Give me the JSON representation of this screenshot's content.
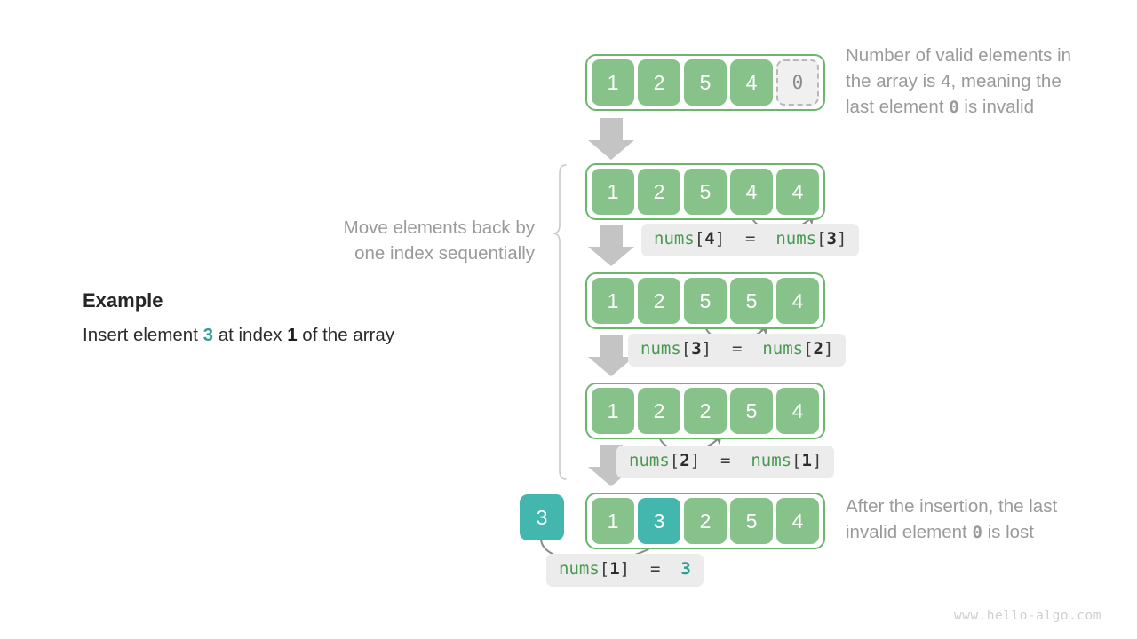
{
  "example": {
    "title": "Example",
    "desc_prefix": "Insert element ",
    "desc_value": "3",
    "desc_middle": " at index ",
    "desc_index": "1",
    "desc_suffix": " of the array"
  },
  "annotations": {
    "top_note_line1": "Number of valid elements in",
    "top_note_line2_a": "the array is 4, meaning the",
    "top_note_line3_a": "last element ",
    "top_note_zero": "0",
    "top_note_line3_b": " is invalid",
    "shift_note_line1": "Move elements back by",
    "shift_note_line2": "one index sequentially",
    "bottom_note_line1": "After the insertion, the last",
    "bottom_note_line2_a": "invalid element ",
    "bottom_note_zero": "0",
    "bottom_note_line2_b": " is lost"
  },
  "rows": [
    {
      "name": "row-initial",
      "cells": [
        {
          "value": "1",
          "style": "green"
        },
        {
          "value": "2",
          "style": "green"
        },
        {
          "value": "5",
          "style": "green"
        },
        {
          "value": "4",
          "style": "green"
        },
        {
          "value": "0",
          "style": "invalid"
        }
      ]
    },
    {
      "name": "row-shift-4",
      "cells": [
        {
          "value": "1",
          "style": "green"
        },
        {
          "value": "2",
          "style": "green"
        },
        {
          "value": "5",
          "style": "green"
        },
        {
          "value": "4",
          "style": "green"
        },
        {
          "value": "4",
          "style": "green"
        }
      ]
    },
    {
      "name": "row-shift-3",
      "cells": [
        {
          "value": "1",
          "style": "green"
        },
        {
          "value": "2",
          "style": "green"
        },
        {
          "value": "5",
          "style": "green"
        },
        {
          "value": "5",
          "style": "green"
        },
        {
          "value": "4",
          "style": "green"
        }
      ]
    },
    {
      "name": "row-shift-2",
      "cells": [
        {
          "value": "1",
          "style": "green"
        },
        {
          "value": "2",
          "style": "green"
        },
        {
          "value": "2",
          "style": "green"
        },
        {
          "value": "5",
          "style": "green"
        },
        {
          "value": "4",
          "style": "green"
        }
      ]
    },
    {
      "name": "row-final",
      "insert_box": "3",
      "cells": [
        {
          "value": "1",
          "style": "green"
        },
        {
          "value": "3",
          "style": "teal"
        },
        {
          "value": "2",
          "style": "green"
        },
        {
          "value": "5",
          "style": "green"
        },
        {
          "value": "4",
          "style": "green"
        }
      ]
    }
  ],
  "code_labels": [
    {
      "name": "code-nums4-eq-nums3",
      "lhs_ident": "nums",
      "lhs_open": "[",
      "lhs_index": "4",
      "lhs_close": "]",
      "op": "  =  ",
      "rhs_ident": "nums",
      "rhs_open": "[",
      "rhs_index": "3",
      "rhs_close": "]"
    },
    {
      "name": "code-nums3-eq-nums2",
      "lhs_ident": "nums",
      "lhs_open": "[",
      "lhs_index": "3",
      "lhs_close": "]",
      "op": "  =  ",
      "rhs_ident": "nums",
      "rhs_open": "[",
      "rhs_index": "2",
      "rhs_close": "]"
    },
    {
      "name": "code-nums2-eq-nums1",
      "lhs_ident": "nums",
      "lhs_open": "[",
      "lhs_index": "2",
      "lhs_close": "]",
      "op": "  =  ",
      "rhs_ident": "nums",
      "rhs_open": "[",
      "rhs_index": "1",
      "rhs_close": "]"
    },
    {
      "name": "code-nums1-eq-3",
      "lhs_ident": "nums",
      "lhs_open": "[",
      "lhs_index": "1",
      "lhs_close": "]",
      "op": "  =  ",
      "rhs_value": "3"
    }
  ],
  "watermark": "www.hello-algo.com",
  "colors": {
    "green_cell": "#86c28a",
    "green_border": "#6db56f",
    "teal_cell": "#43b7ad",
    "teal_text": "#2f9d95",
    "gray_text": "#9a9a9a",
    "chip_bg": "#ececec",
    "arrow_gray": "#bfbfbf",
    "curve_gray": "#8a8a8a",
    "invalid_bg": "#f0f0f0",
    "watermark": "#cfcfcf"
  }
}
